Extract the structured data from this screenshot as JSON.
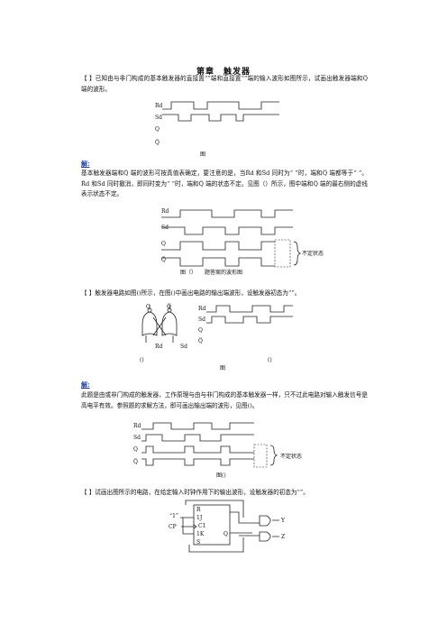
{
  "title": "第章　触发器",
  "problem1": {
    "text": "【 】已知由与非门构成的基本触发器的直接置“”端和直接置“”端的输入波形如图所示，试画出触发器端和Q̅ 端的波形。",
    "fig_caption": "图",
    "signals": [
      "Rd",
      "Sd",
      "Q",
      "Q̅"
    ]
  },
  "solution1": {
    "label": "解:",
    "text": "基本触发器端和Q̅ 端的波形可按真值表确定，要注意的是，当R̅d 和S̅d 同时为“ ”时，端和Q̅ 端都等于“ ”。R̅d 和S̅d 同时撤消，即同时变为“ ”时，端和Q̅ 端的状态不定。见图（）所示，图中端和Q̅ 端的最右侧的虚线表示状态不定。",
    "fig_caption": "图（）　　题答案的波形图",
    "signals": [
      "Rd",
      "Sd",
      "Q",
      "Q̅"
    ],
    "uncertain_label": "不定状态"
  },
  "problem2": {
    "text": "【 】触发器电路如图()所示，在图()中画出电路的输出端波形，设触发器初态为“”。",
    "gate_labels": [
      "Q",
      "Q̅",
      "Rd",
      "Sd"
    ],
    "sub_a": "()",
    "sub_b": "()",
    "fig_caption": "图",
    "signals": [
      "Rd",
      "Sd",
      "Q",
      "Q̅"
    ]
  },
  "solution2": {
    "label": "解:",
    "text": "此题是由或非门构成的触发器，工作原理与由与非门构成的基本触发器一样，只不过此电路对输入触发信号是高电平有效。参照题的求解方法，即可画出输出端的波形，见图()。",
    "fig_caption": "图()",
    "signals": [
      "Rd",
      "Sd",
      "Q",
      "Q̅"
    ],
    "uncertain_label": "不定状态"
  },
  "problem3": {
    "text": "【 】试画出图所示的电路，在给定输入时钟作用下的输出波形，设触发器的初态为“”。",
    "pin_labels": [
      "R",
      "1J",
      "C1",
      "1K",
      "S",
      "Q"
    ],
    "inputs": [
      "“1”",
      "CP"
    ],
    "outputs": [
      "Y",
      "Z"
    ]
  }
}
